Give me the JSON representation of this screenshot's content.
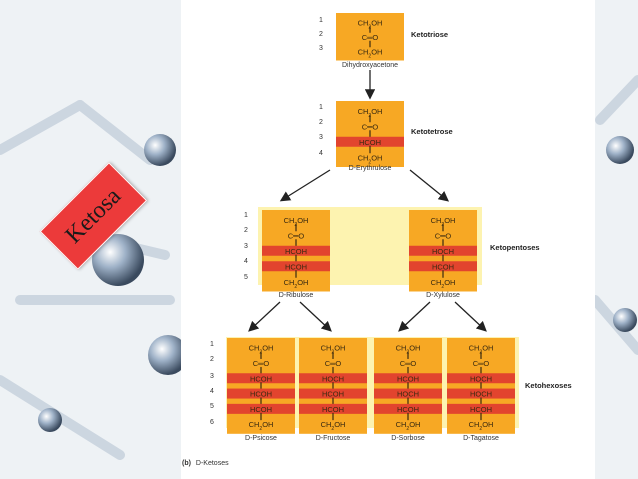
{
  "banner": {
    "text": "Ketosa"
  },
  "caption": {
    "prefix": "(b)",
    "text": "D-Ketoses"
  },
  "row_numbers": [
    "1",
    "2",
    "3",
    "4",
    "5",
    "6"
  ],
  "molecules": [
    {
      "id": "dihydroxyacetone",
      "name": "Dihydroxyacetone",
      "class": "Ketotriose",
      "groups": [
        "CH2OH",
        "C=O",
        "CH2OH"
      ]
    },
    {
      "id": "erythrulose",
      "name": "D-Erythrulose",
      "class": "Ketotetrose",
      "groups": [
        "CH2OH",
        "C=O",
        "HCOH",
        "CH2OH"
      ]
    },
    {
      "id": "ribulose",
      "name": "D-Ribulose",
      "class": "Ketopentoses",
      "groups": [
        "CH2OH",
        "C=O",
        "HCOH",
        "HCOH",
        "CH2OH"
      ]
    },
    {
      "id": "xylulose",
      "name": "D-Xylulose",
      "class": "Ketopentoses",
      "groups": [
        "CH2OH",
        "C=O",
        "HOCH",
        "HCOH",
        "CH2OH"
      ]
    },
    {
      "id": "psicose",
      "name": "D-Psicose",
      "class": "Ketohexoses",
      "groups": [
        "CH2OH",
        "C=O",
        "HCOH",
        "HCOH",
        "HCOH",
        "CH2OH"
      ]
    },
    {
      "id": "fructose",
      "name": "D-Fructose",
      "class": "Ketohexoses",
      "groups": [
        "CH2OH",
        "C=O",
        "HOCH",
        "HCOH",
        "HCOH",
        "CH2OH"
      ]
    },
    {
      "id": "sorbose",
      "name": "D-Sorbose",
      "class": "Ketohexoses",
      "groups": [
        "CH2OH",
        "C=O",
        "HCOH",
        "HOCH",
        "HCOH",
        "CH2OH"
      ]
    },
    {
      "id": "tagatose",
      "name": "D-Tagatose",
      "class": "Ketohexoses",
      "groups": [
        "CH2OH",
        "C=O",
        "HOCH",
        "HOCH",
        "HCOH",
        "CH2OH"
      ]
    }
  ],
  "class_labels": [
    "Ketotriose",
    "Ketotetrose",
    "Ketopentoses",
    "Ketohexoses"
  ],
  "colors": {
    "box": "#f7a824",
    "highlight": "#e2442e",
    "band": "#fdf3b0",
    "text": "#3a2a10"
  }
}
